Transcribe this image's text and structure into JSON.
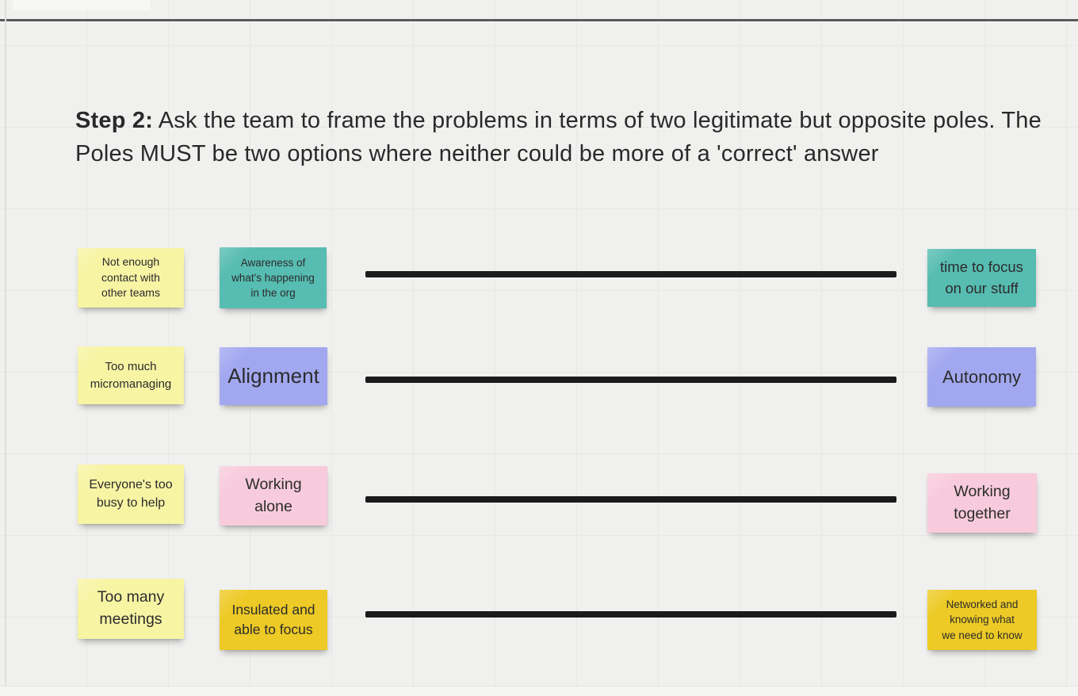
{
  "board": {
    "heading_bold": "Step 2:",
    "heading_rest": " Ask the team to frame the problems in terms of two legitimate but opposite poles. The Poles MUST be two options where neither could be more of a 'correct' answer"
  },
  "colors": {
    "canvas_bg": "#f0f0ef",
    "grid_line": "#e7e7e6",
    "pole_line": "#1b1b1b",
    "note_text": "#2c2c2c",
    "yellow": "#f7f4a4",
    "teal": "#57bcb1",
    "purple": "#a2a8f0",
    "pink": "#f8cbdc",
    "gold": "#edca25"
  },
  "rows": [
    {
      "problem": {
        "label": "Not enough\ncontact with\nother teams",
        "color": "#f7f4a4"
      },
      "left_pole": {
        "label": "Awareness of\nwhat's happening\nin the org",
        "color": "#57bcb1"
      },
      "right_pole": {
        "label": "time to focus\non our stuff",
        "color": "#57bcb1"
      }
    },
    {
      "problem": {
        "label": "Too much\nmicromanaging",
        "color": "#f7f4a4"
      },
      "left_pole": {
        "label": "Alignment",
        "color": "#a2a8f0"
      },
      "right_pole": {
        "label": "Autonomy",
        "color": "#a2a8f0"
      }
    },
    {
      "problem": {
        "label": "Everyone's too\nbusy to help",
        "color": "#f7f4a4"
      },
      "left_pole": {
        "label": "Working\nalone",
        "color": "#f8cbdc"
      },
      "right_pole": {
        "label": "Working\ntogether",
        "color": "#f8cbdc"
      }
    },
    {
      "problem": {
        "label": "Too many\nmeetings",
        "color": "#f7f4a4"
      },
      "left_pole": {
        "label": "Insulated and\nable to focus",
        "color": "#edca25"
      },
      "right_pole": {
        "label": "Networked and\nknowing what\nwe need to know",
        "color": "#edca25"
      }
    }
  ]
}
